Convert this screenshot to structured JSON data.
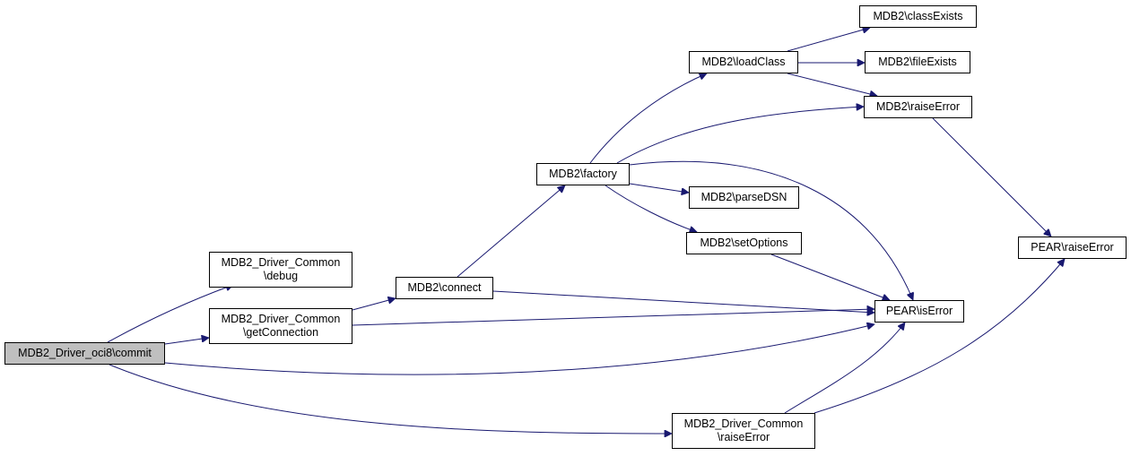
{
  "colors": {
    "edge": "#191970",
    "node_border": "#000000",
    "node_fill": "#ffffff",
    "root_fill": "#bfbfbf"
  },
  "nodes": [
    {
      "id": "commit",
      "lines": [
        "MDB2_Driver_oci8\\commit"
      ],
      "root": true
    },
    {
      "id": "debug",
      "lines": [
        "MDB2_Driver_Common",
        "\\debug"
      ]
    },
    {
      "id": "getConnection",
      "lines": [
        "MDB2_Driver_Common",
        "\\getConnection"
      ]
    },
    {
      "id": "connect",
      "lines": [
        "MDB2\\connect"
      ]
    },
    {
      "id": "factory",
      "lines": [
        "MDB2\\factory"
      ]
    },
    {
      "id": "loadClass",
      "lines": [
        "MDB2\\loadClass"
      ]
    },
    {
      "id": "classExists",
      "lines": [
        "MDB2\\classExists"
      ]
    },
    {
      "id": "fileExists",
      "lines": [
        "MDB2\\fileExists"
      ]
    },
    {
      "id": "mdb2RaiseError",
      "lines": [
        "MDB2\\raiseError"
      ]
    },
    {
      "id": "parseDSN",
      "lines": [
        "MDB2\\parseDSN"
      ]
    },
    {
      "id": "setOptions",
      "lines": [
        "MDB2\\setOptions"
      ]
    },
    {
      "id": "pearIsError",
      "lines": [
        "PEAR\\isError"
      ]
    },
    {
      "id": "pearRaiseError",
      "lines": [
        "PEAR\\raiseError"
      ]
    },
    {
      "id": "commonRaiseError",
      "lines": [
        "MDB2_Driver_Common",
        "\\raiseError"
      ]
    }
  ],
  "edges": [
    {
      "from": "commit",
      "to": "debug"
    },
    {
      "from": "commit",
      "to": "getConnection"
    },
    {
      "from": "commit",
      "to": "pearIsError"
    },
    {
      "from": "commit",
      "to": "commonRaiseError"
    },
    {
      "from": "getConnection",
      "to": "connect"
    },
    {
      "from": "getConnection",
      "to": "pearIsError"
    },
    {
      "from": "connect",
      "to": "factory"
    },
    {
      "from": "connect",
      "to": "pearIsError"
    },
    {
      "from": "factory",
      "to": "loadClass"
    },
    {
      "from": "factory",
      "to": "mdb2RaiseError"
    },
    {
      "from": "factory",
      "to": "pearIsError"
    },
    {
      "from": "factory",
      "to": "parseDSN"
    },
    {
      "from": "factory",
      "to": "setOptions"
    },
    {
      "from": "loadClass",
      "to": "classExists"
    },
    {
      "from": "loadClass",
      "to": "fileExists"
    },
    {
      "from": "loadClass",
      "to": "mdb2RaiseError"
    },
    {
      "from": "mdb2RaiseError",
      "to": "pearRaiseError"
    },
    {
      "from": "setOptions",
      "to": "pearIsError"
    },
    {
      "from": "commonRaiseError",
      "to": "pearIsError"
    },
    {
      "from": "commonRaiseError",
      "to": "pearRaiseError"
    }
  ]
}
